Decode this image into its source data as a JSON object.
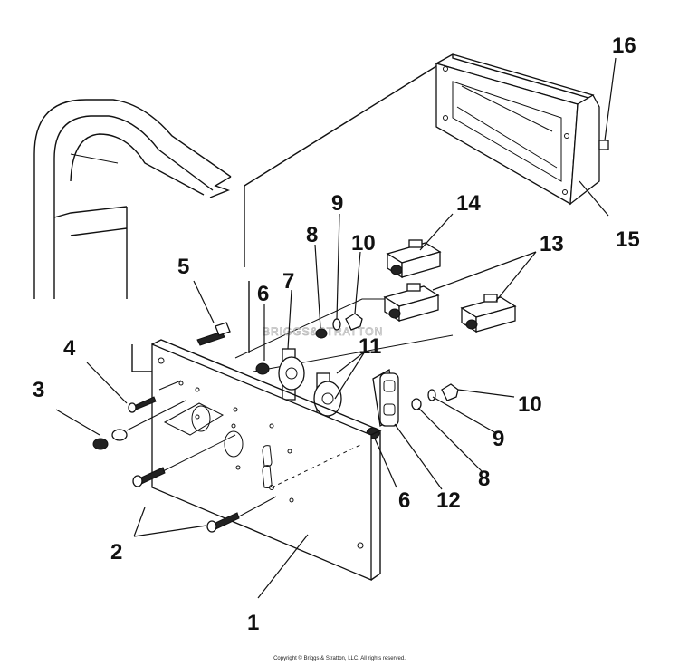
{
  "diagram": {
    "callouts": [
      "1",
      "2",
      "3",
      "4",
      "5",
      "6",
      "7",
      "8",
      "9",
      "10",
      "11",
      "12",
      "13",
      "14",
      "15",
      "16"
    ],
    "callouts_secondary": [
      "6",
      "8",
      "9",
      "10"
    ],
    "watermark": "BRIGGS&STRATTON",
    "copyright": "Copyright © Briggs & Stratton, LLC. All rights reserved."
  }
}
